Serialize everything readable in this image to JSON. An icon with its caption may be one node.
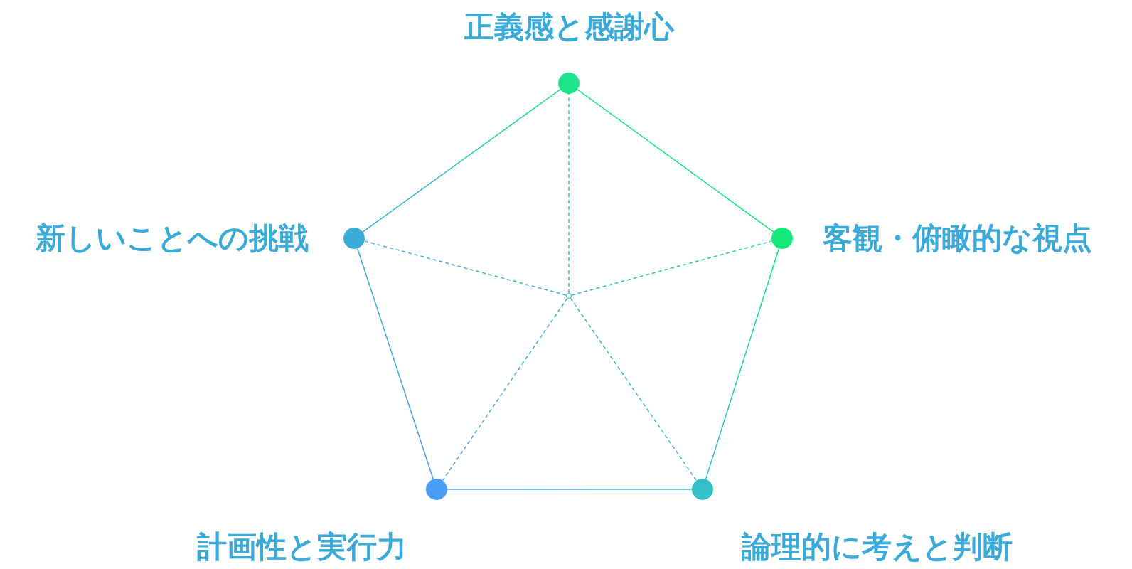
{
  "diagram": {
    "nodes": [
      {
        "text": [],
        "shape": "circle",
        "beside": [
          "正義感と感謝心"
        ]
      },
      {
        "text": [],
        "shape": "circle",
        "beside": [
          "客観・俯瞰的な視点"
        ]
      },
      {
        "text": [],
        "shape": "circle",
        "beside": [
          "論理的に考えと判断"
        ]
      },
      {
        "text": [],
        "shape": "circle",
        "beside": [
          "計画性と実行力"
        ]
      },
      {
        "text": [],
        "shape": "circle",
        "beside": [
          "新しいことへの挑戦"
        ]
      },
      {
        "text": [],
        "shape": "point"
      }
    ],
    "edges": [
      {
        "from": 0,
        "to": 1,
        "arrow": "none"
      },
      {
        "from": 1,
        "to": 2,
        "arrow": "none"
      },
      {
        "from": 2,
        "to": 3,
        "arrow": "none"
      },
      {
        "from": 3,
        "to": 4,
        "arrow": "none"
      },
      {
        "from": 4,
        "to": 0,
        "arrow": "none"
      },
      {
        "from": 5,
        "to": 0,
        "arrow": "none",
        "style": "dashed"
      },
      {
        "from": 5,
        "to": 1,
        "arrow": "none",
        "style": "dashed"
      },
      {
        "from": 5,
        "to": 2,
        "arrow": "none",
        "style": "dashed"
      },
      {
        "from": 5,
        "to": 3,
        "arrow": "none",
        "style": "dashed"
      },
      {
        "from": 5,
        "to": 4,
        "arrow": "none",
        "style": "dashed"
      }
    ]
  }
}
